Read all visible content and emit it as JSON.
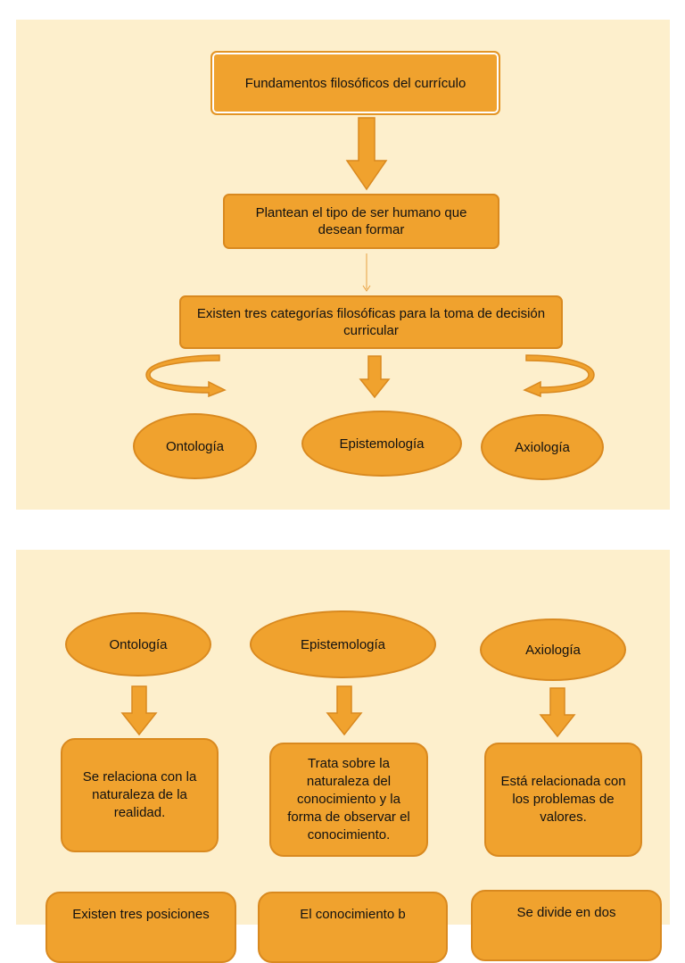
{
  "slide1": {
    "root": "Fundamentos filosóficos del currículo",
    "step2": "Plantean el tipo de ser humano que desean formar",
    "step3": "Existen tres categorías filosóficas para la toma de decisión curricular",
    "categories": [
      "Ontología",
      "Epistemología",
      "Axiología"
    ]
  },
  "slide2": {
    "headers": [
      "Ontología",
      "Epistemología",
      "Axiología"
    ],
    "descriptions": [
      "Se relaciona con la naturaleza de la realidad.",
      "Trata sobre la naturaleza del conocimiento y la forma de observar el conocimiento.",
      "Está relacionada con los problemas de valores."
    ],
    "bottom": [
      "Existen tres posiciones",
      "El conocimiento b",
      "Se divide en dos"
    ]
  },
  "colors": {
    "fill": "#f0a22e",
    "border": "#d9891f",
    "background": "#fdefcc"
  }
}
